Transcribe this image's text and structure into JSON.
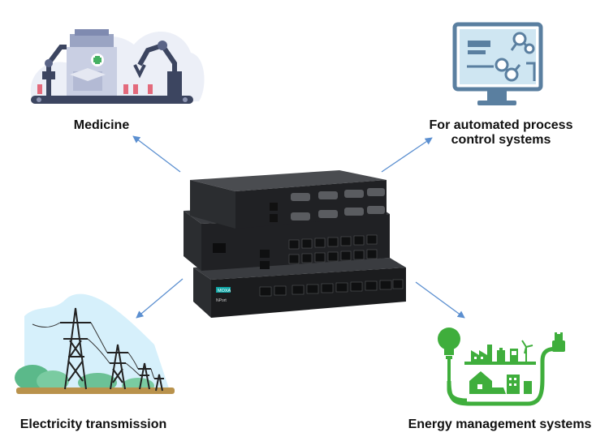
{
  "captions": {
    "medicine": "Medicine",
    "process_line1": "For automated process",
    "process_line2": "control systems",
    "electricity": "Electricity transmission",
    "energy": "Energy management systems"
  },
  "device": {
    "brand": "MOXA",
    "product": "NPort"
  },
  "icons": {
    "factory": "medicine-factory-icon",
    "monitor": "monitor-network-icon",
    "power": "power-tower-icon",
    "energy": "lightbulb-plug-icon"
  },
  "colors": {
    "arrow": "#5b8fd0",
    "energy_green": "#3fae3c",
    "monitor_blue": "#5a7fa0",
    "device_dark": "#2b2d30",
    "device_face": "#1b1c1e"
  }
}
